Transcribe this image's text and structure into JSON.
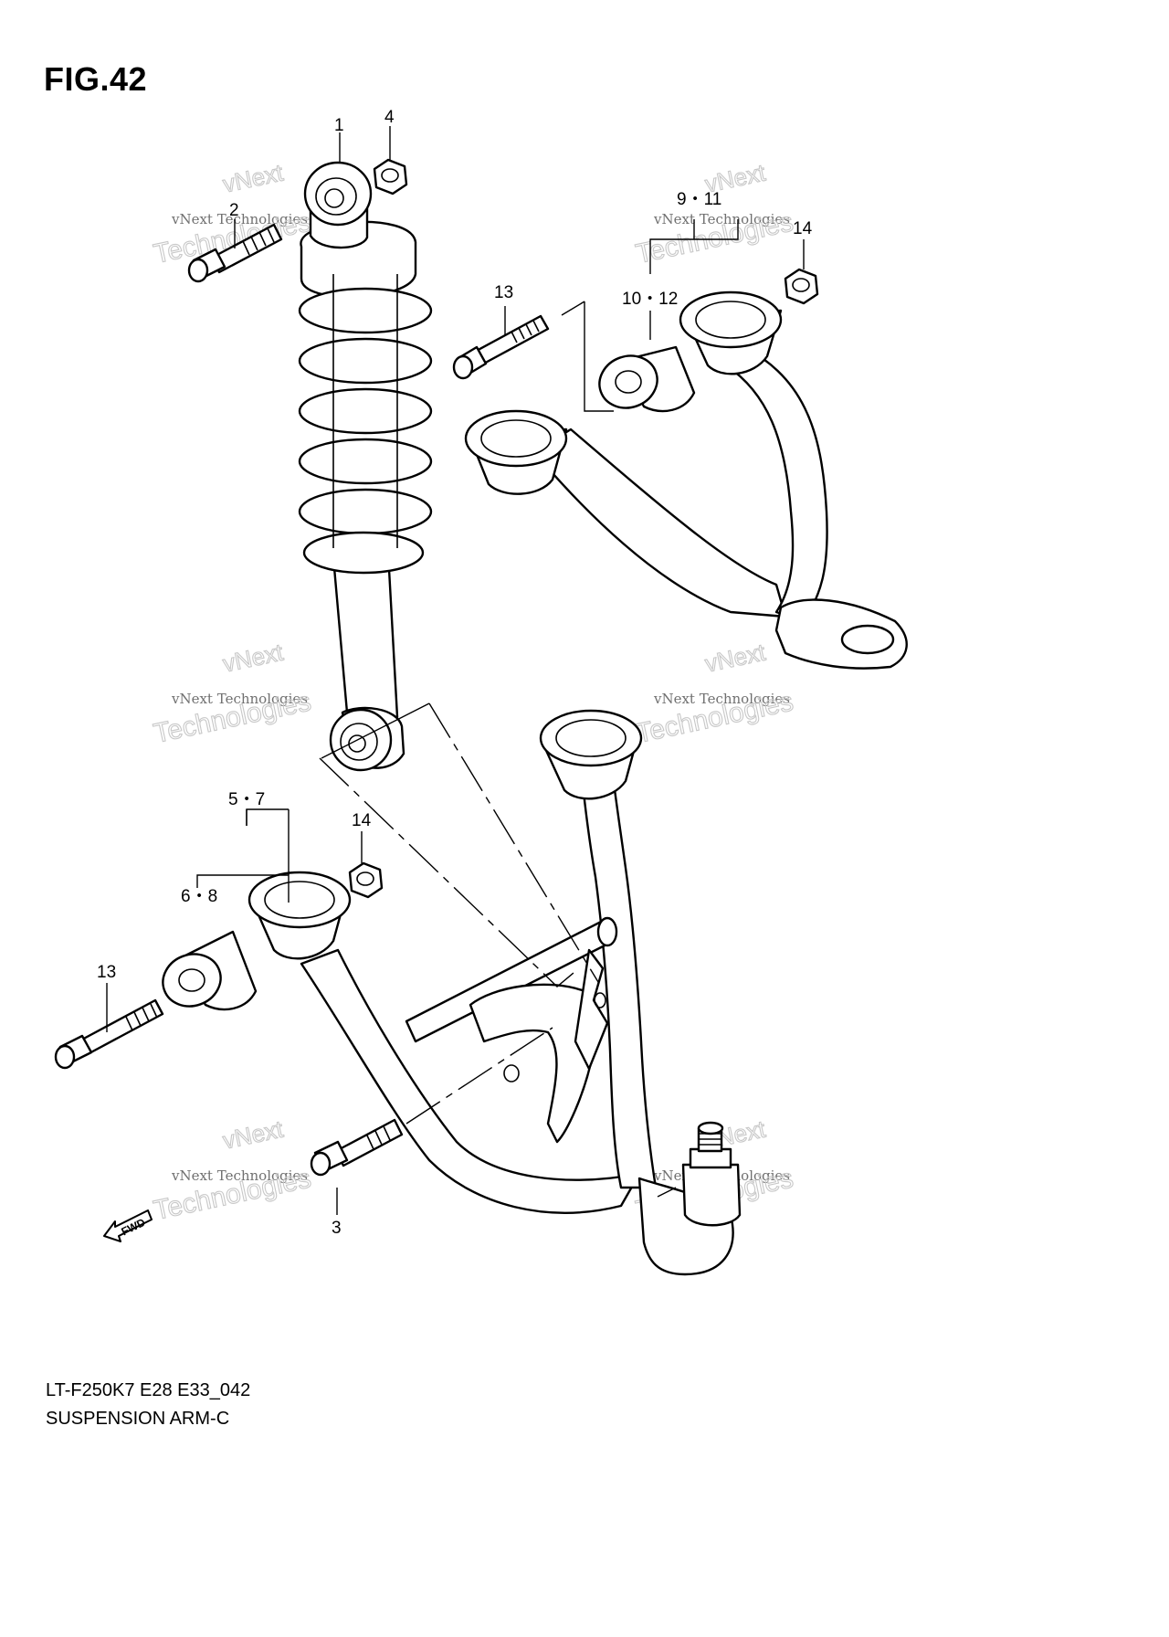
{
  "figure": {
    "title": "FIG.42"
  },
  "callouts": {
    "c1": "1",
    "c2": "2",
    "c3": "3",
    "c4": "4",
    "c5_7": "5・7",
    "c6_8": "6・8",
    "c9_11": "9・11",
    "c10_12": "10・12",
    "c13_upper": "13",
    "c13_lower": "13",
    "c14_upper": "14",
    "c14_lower": "14"
  },
  "watermark": {
    "line1": "vNext",
    "line2": "vNext Technologies",
    "line3": "Technologies"
  },
  "fwd_label": "FWD",
  "footer": {
    "code": "LT-F250K7 E28 E33_042",
    "name": "SUSPENSION ARM-C"
  }
}
